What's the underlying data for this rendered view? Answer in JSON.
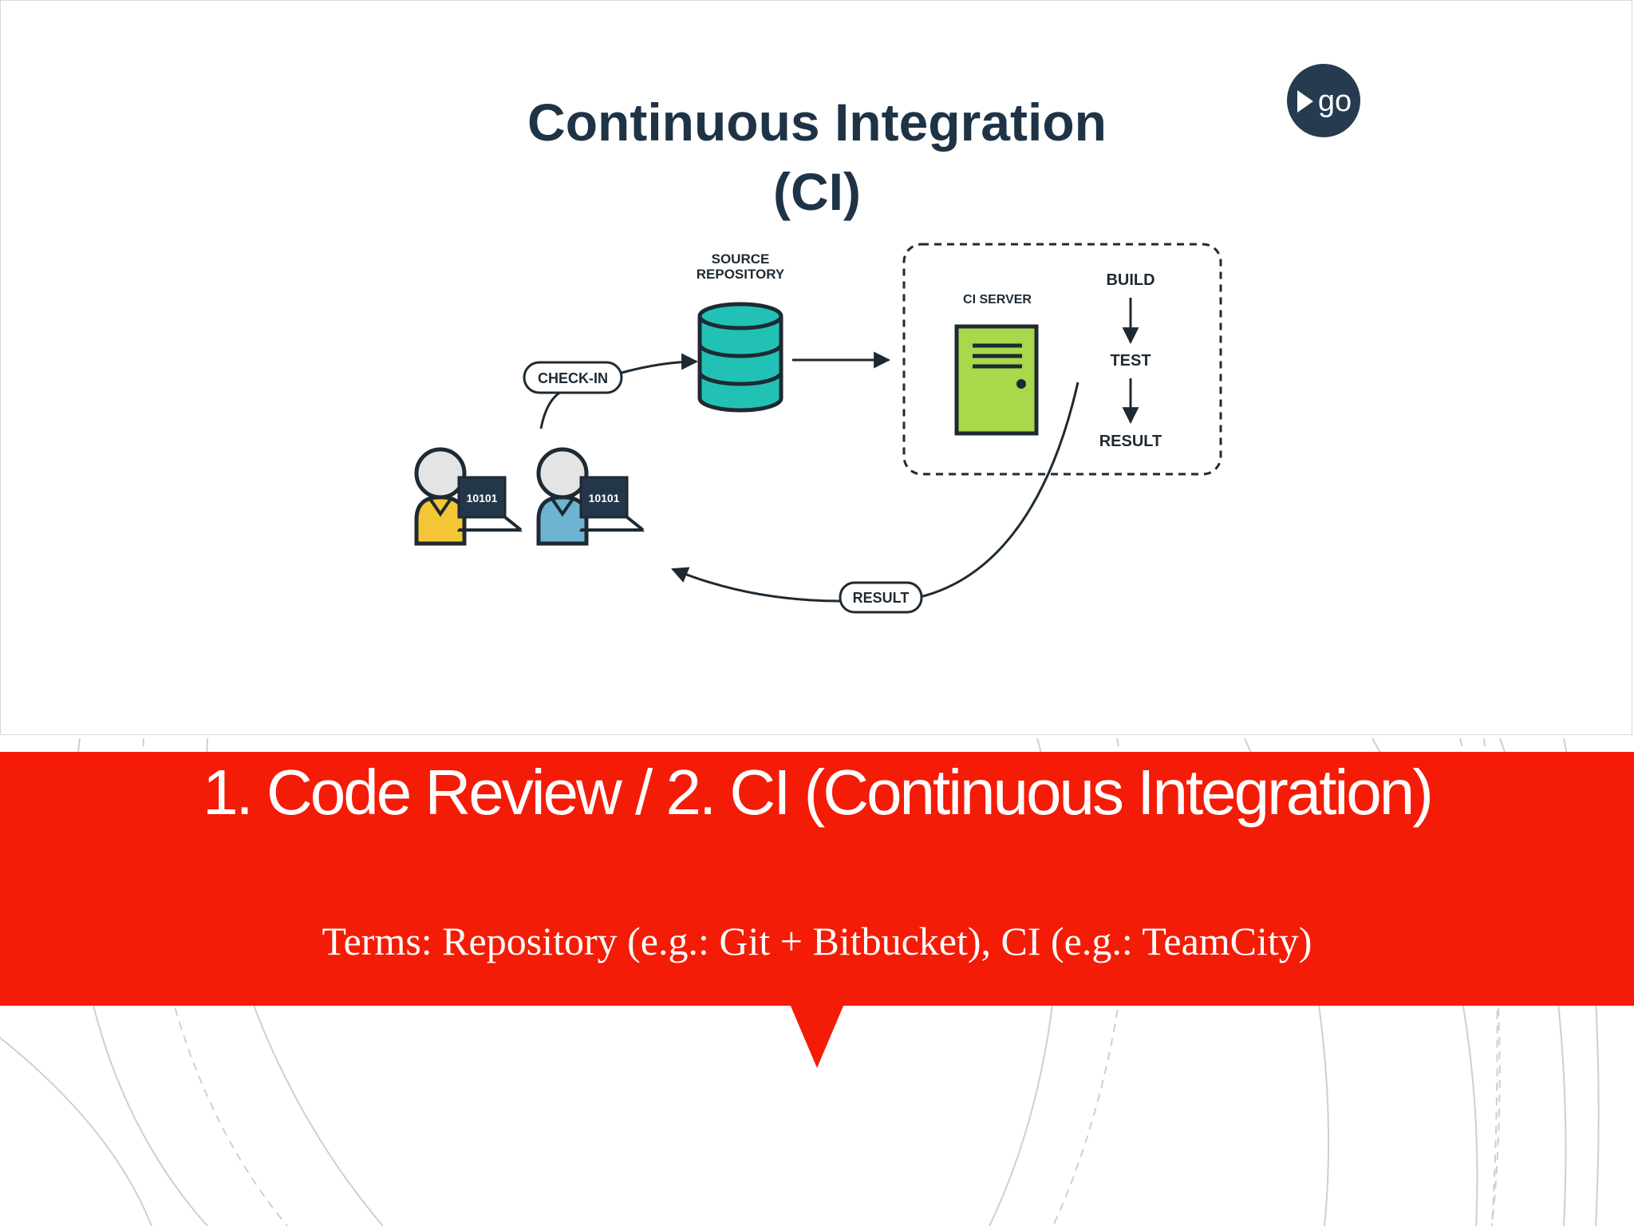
{
  "slide": {
    "title": "1. Code Review / 2. CI (Continuous Integration)",
    "subtitle": "Terms: Repository (e.g.: Git + Bitbucket), CI (e.g.: TeamCity)"
  },
  "diagram": {
    "heading_line1": "Continuous Integration",
    "heading_line2": "(CI)",
    "logo_text": "go",
    "source_repo_label_line1": "SOURCE",
    "source_repo_label_line2": "REPOSITORY",
    "check_in_label": "CHECK-IN",
    "ci_server_label": "CI SERVER",
    "pipeline_steps": [
      "BUILD",
      "TEST",
      "RESULT"
    ],
    "result_label": "RESULT",
    "laptop_screen_text": "10101"
  },
  "colors": {
    "banner_red": "#f41c07",
    "heading_navy": "#1e3346",
    "database_teal": "#22c1b6",
    "server_green": "#a9d84a",
    "dev1_shirt": "#f4c534",
    "dev2_shirt": "#6fb3d3",
    "logo_bg": "#263b50"
  },
  "icons": [
    "go-logo-icon",
    "database-icon",
    "ci-server-icon",
    "developer-icon"
  ]
}
